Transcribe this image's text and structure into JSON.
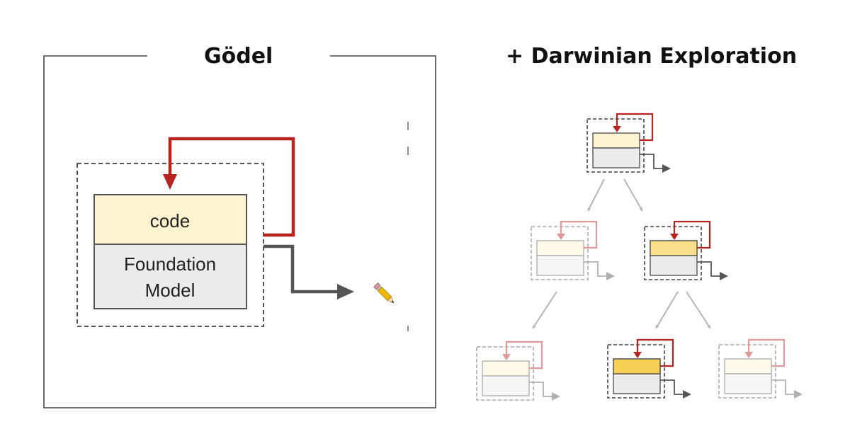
{
  "left_panel": {
    "title": "Gödel",
    "agent": {
      "code_label": "code",
      "model_label_line1": "Foundation",
      "model_label_line2": "Model"
    },
    "edit_icon": "pencil-icon"
  },
  "right_panel": {
    "title": "+ Darwinian Exploration",
    "tree": [
      {
        "id": "root",
        "level": 0,
        "fade": "full"
      },
      {
        "id": "child-left",
        "level": 1,
        "fade": "faded"
      },
      {
        "id": "child-right",
        "level": 1,
        "fade": "full"
      },
      {
        "id": "grandchild-left",
        "level": 2,
        "fade": "faded"
      },
      {
        "id": "grandchild-middle",
        "level": 2,
        "fade": "full",
        "highlight": true
      },
      {
        "id": "grandchild-right",
        "level": 2,
        "fade": "faded"
      }
    ]
  },
  "colors": {
    "code_fill": "#fdf3cf",
    "code_fill_bright": "#fbe08a",
    "model_fill": "#ececec",
    "loop_arrow": "#b8231f",
    "output_arrow": "#555555",
    "tree_edge": "#b5b5b5",
    "frame": "#444444"
  }
}
